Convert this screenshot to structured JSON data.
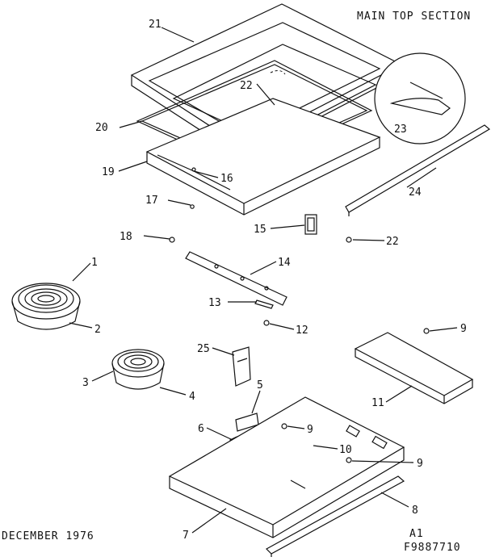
{
  "header": {
    "section_title": "MAIN TOP SECTION"
  },
  "footer": {
    "date": "DECEMBER 1976",
    "code_line1": "A1",
    "code_line2": "F9887710"
  },
  "callouts": {
    "c1": "1",
    "c2": "2",
    "c3": "3",
    "c4": "4",
    "c5": "5",
    "c6": "6",
    "c7": "7",
    "c8": "8",
    "c9a": "9",
    "c9b": "9",
    "c9c": "9",
    "c10": "10",
    "c11": "11",
    "c12": "12",
    "c13": "13",
    "c14": "14",
    "c15": "15",
    "c16": "16",
    "c17": "17",
    "c18": "18",
    "c19": "19",
    "c20": "20",
    "c21": "21",
    "c22a": "22",
    "c22b": "22",
    "c23": "23",
    "c24": "24",
    "c25": "25"
  }
}
